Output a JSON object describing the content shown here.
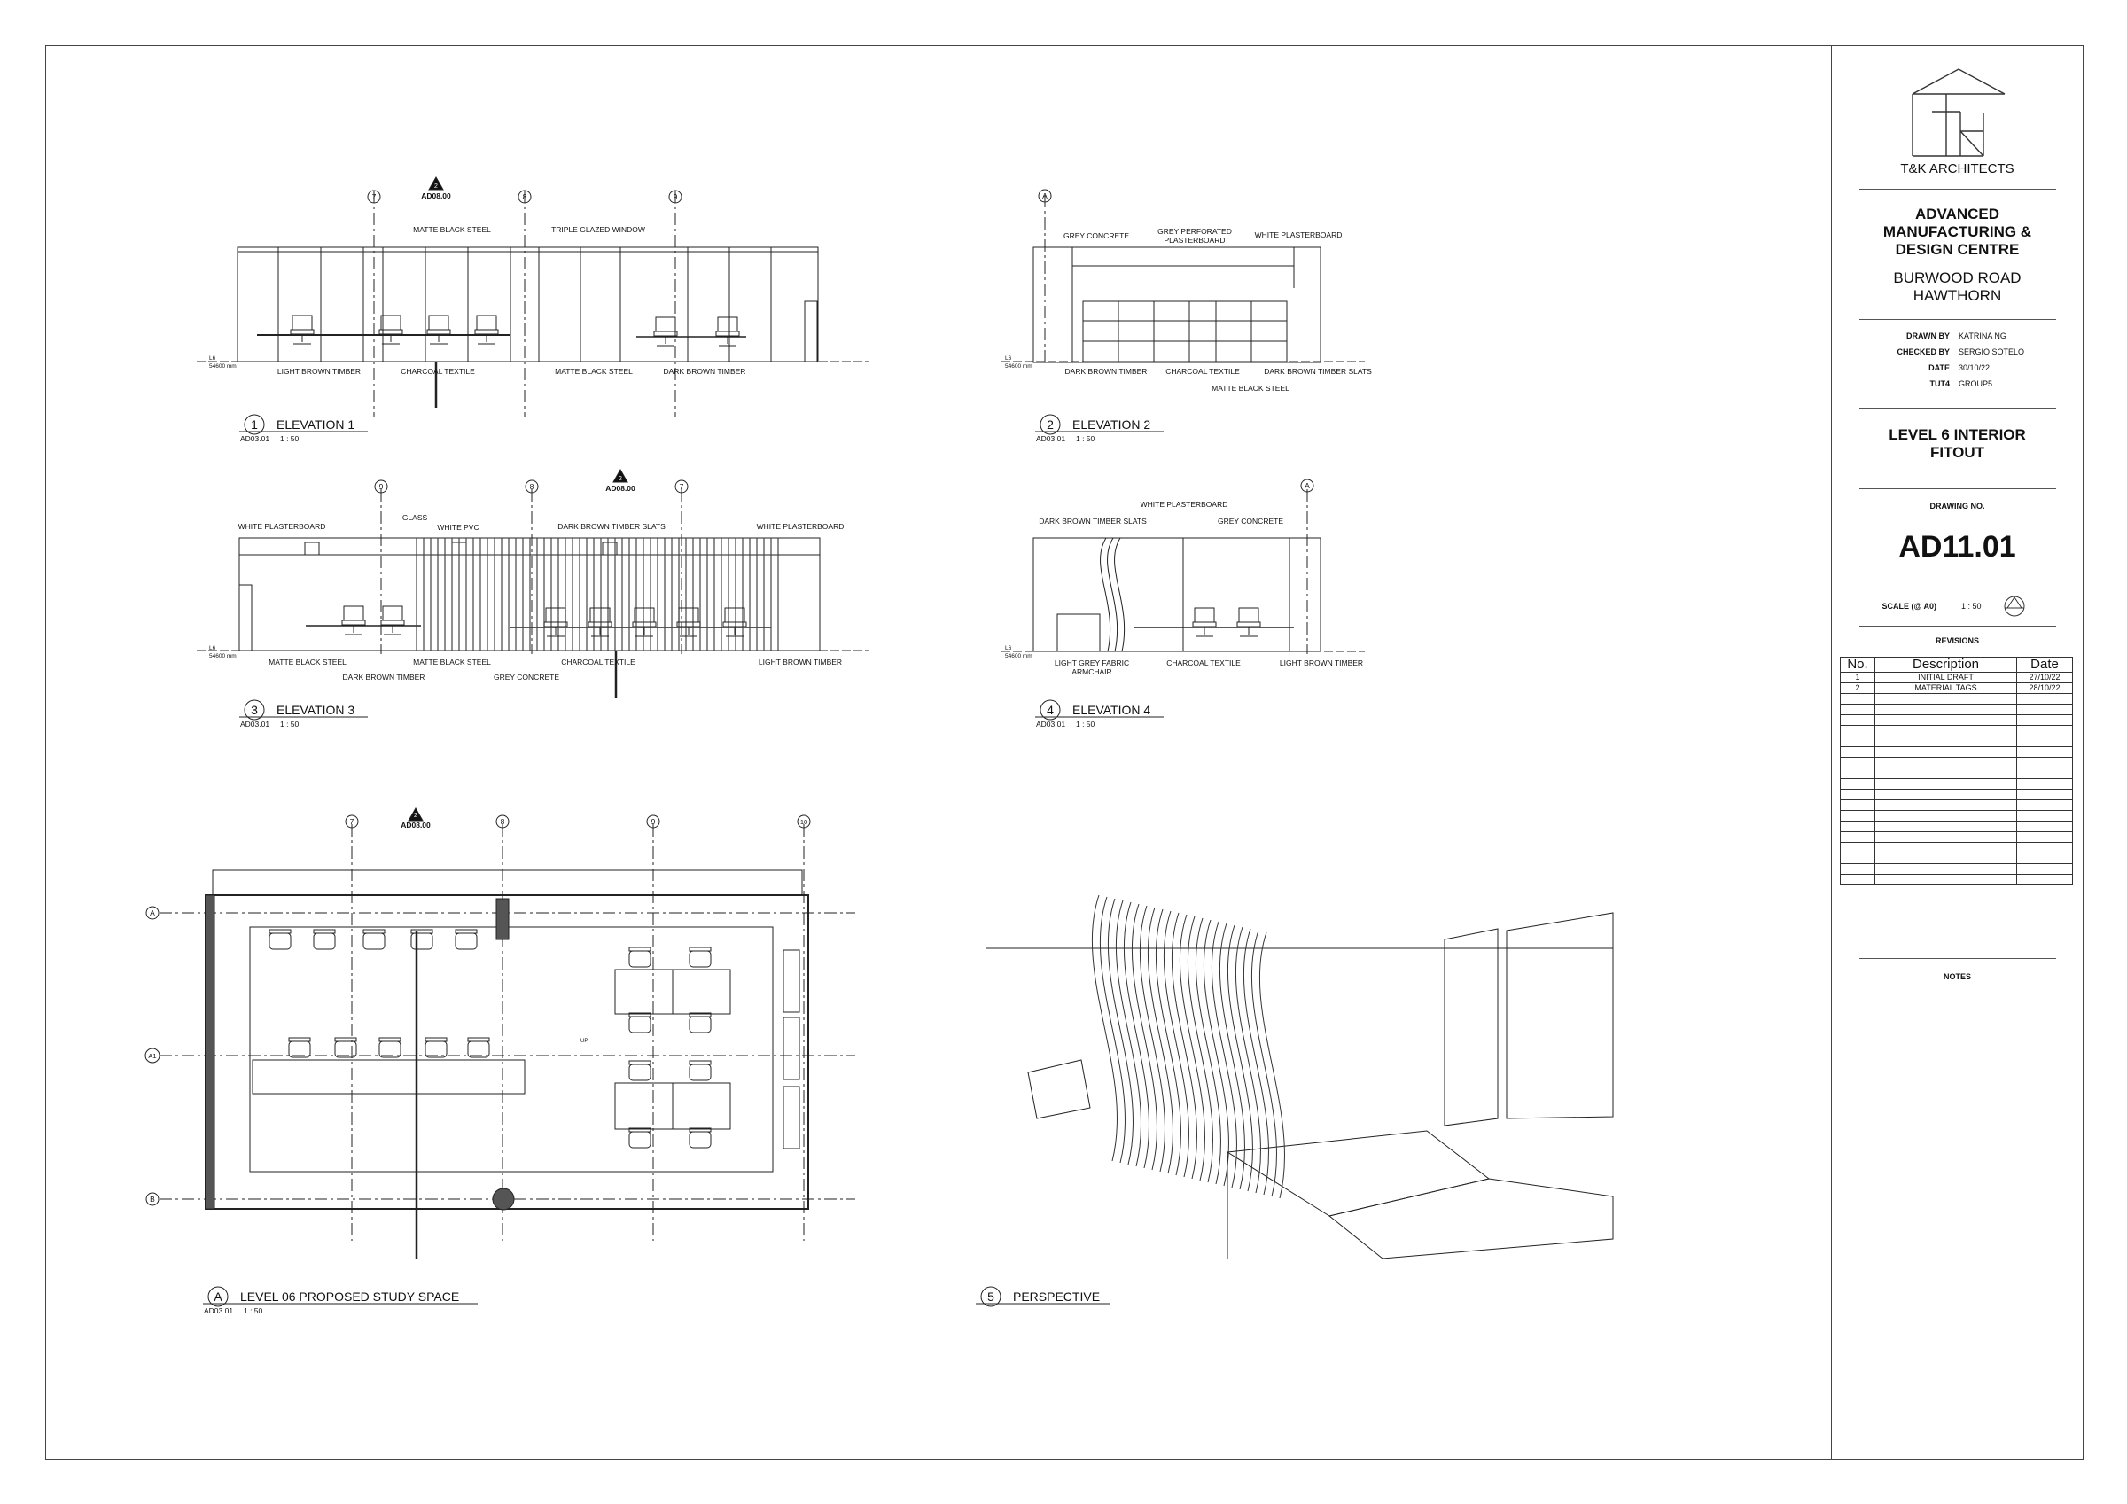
{
  "firm": {
    "name": "T&K ARCHITECTS"
  },
  "project": {
    "line1": "ADVANCED",
    "line2": "MANUFACTURING &",
    "line3": "DESIGN CENTRE",
    "address1": "BURWOOD ROAD",
    "address2": "HAWTHORN"
  },
  "meta": {
    "drawn_by_label": "DRAWN BY",
    "drawn_by": "KATRINA NG",
    "checked_by_label": "CHECKED BY",
    "checked_by": "SERGIO SOTELO",
    "date_label": "DATE",
    "date": "30/10/22",
    "tut_label": "TUT4",
    "tut": "GROUP5"
  },
  "sheet": {
    "title1": "LEVEL 6 INTERIOR",
    "title2": "FITOUT",
    "drawing_no_label": "DRAWING NO.",
    "drawing_no": "AD11.01",
    "scale_label": "SCALE (@ A0)",
    "scale": "1 : 50",
    "revisions_label": "REVISIONS",
    "notes_label": "NOTES"
  },
  "revisions": {
    "headers": [
      "No.",
      "Description",
      "Date"
    ],
    "rows": [
      [
        "1",
        "INITIAL DRAFT",
        "27/10/22"
      ],
      [
        "2",
        "MATERIAL TAGS",
        "28/10/22"
      ]
    ],
    "empty_rows": 18
  },
  "views": {
    "elev1": {
      "num": "1",
      "title": "ELEVATION 1",
      "ref": "AD03.01",
      "scale": "1 : 50",
      "grids": [
        "7",
        "8",
        "9"
      ],
      "callout_num": "2",
      "callout_ref": "AD08.00",
      "level": "L6",
      "level_mm": "54600 mm",
      "tags_top": [
        "MATTE BLACK STEEL",
        "TRIPLE GLAZED WINDOW"
      ],
      "tags_bottom": [
        "LIGHT BROWN TIMBER",
        "CHARCOAL TEXTILE",
        "MATTE BLACK STEEL",
        "DARK BROWN TIMBER"
      ]
    },
    "elev2": {
      "num": "2",
      "title": "ELEVATION 2",
      "ref": "AD03.01",
      "scale": "1 : 50",
      "grid": "A",
      "level": "L6",
      "level_mm": "54600 mm",
      "tags_top": [
        "GREY CONCRETE",
        "GREY PERFORATED",
        "PLASTERBOARD",
        "WHITE PLASTERBOARD"
      ],
      "tags_bottom": [
        "DARK BROWN TIMBER",
        "CHARCOAL TEXTILE",
        "DARK BROWN TIMBER SLATS",
        "MATTE BLACK STEEL"
      ]
    },
    "elev3": {
      "num": "3",
      "title": "ELEVATION 3",
      "ref": "AD03.01",
      "scale": "1 : 50",
      "grids": [
        "9",
        "8",
        "7"
      ],
      "callout_num": "2",
      "callout_ref": "AD08.00",
      "level": "L6",
      "level_mm": "54600 mm",
      "tags_top": [
        "WHITE PLASTERBOARD",
        "GLASS",
        "WHITE PVC",
        "DARK BROWN TIMBER SLATS",
        "WHITE PLASTERBOARD"
      ],
      "tags_bottom": [
        "MATTE BLACK STEEL",
        "DARK BROWN TIMBER",
        "MATTE BLACK STEEL",
        "GREY CONCRETE",
        "CHARCOAL TEXTILE",
        "LIGHT BROWN TIMBER"
      ]
    },
    "elev4": {
      "num": "4",
      "title": "ELEVATION 4",
      "ref": "AD03.01",
      "scale": "1 : 50",
      "grid": "A",
      "level": "L6",
      "level_mm": "54600 mm",
      "tags_top": [
        "DARK BROWN TIMBER SLATS",
        "WHITE PLASTERBOARD",
        "GREY CONCRETE"
      ],
      "tags_bottom": [
        "LIGHT GREY FABRIC",
        "ARMCHAIR",
        "CHARCOAL TEXTILE",
        "LIGHT BROWN TIMBER"
      ]
    },
    "plan": {
      "num": "A",
      "title": "LEVEL 06 PROPOSED STUDY SPACE",
      "ref": "AD03.01",
      "scale": "1 : 50",
      "grids_v": [
        "7",
        "8",
        "9",
        "10"
      ],
      "grids_h": [
        "A",
        "A1",
        "B"
      ],
      "callout_num": "2",
      "callout_ref": "AD08.00",
      "tag": "UP"
    },
    "persp": {
      "num": "5",
      "title": "PERSPECTIVE"
    }
  }
}
